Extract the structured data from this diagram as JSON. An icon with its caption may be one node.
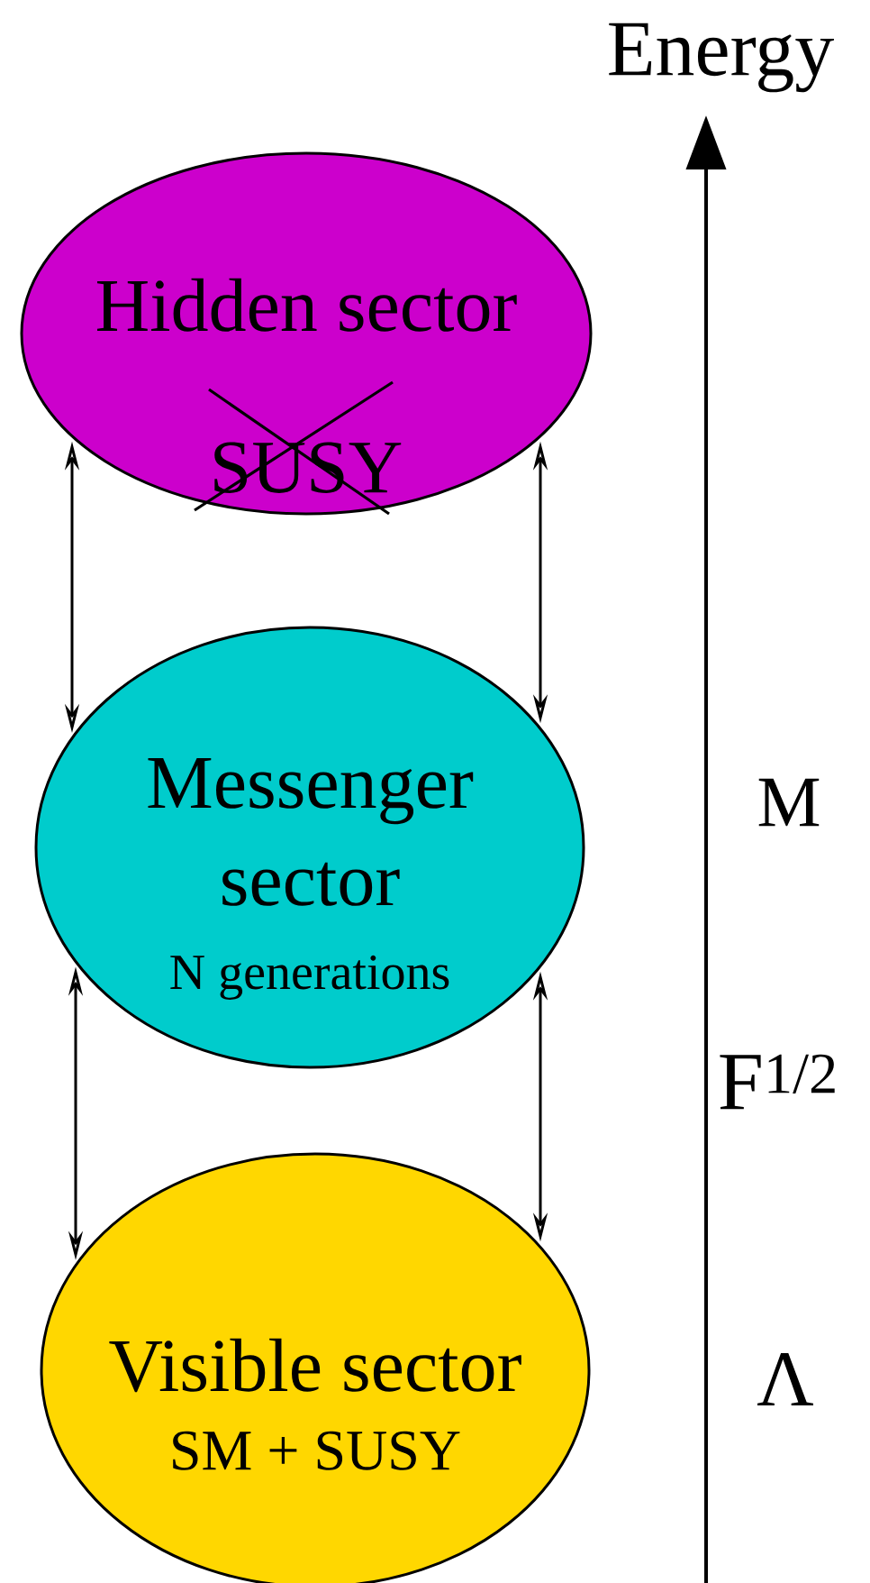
{
  "diagram": {
    "nodes": [
      {
        "text": [
          "Hidden sector",
          "SUSY"
        ]
      },
      {
        "text": [
          "Messenger sector",
          "N generations"
        ]
      },
      {
        "text": [
          "Visible sector",
          "SM + SUSY"
        ]
      }
    ],
    "edges": [
      {
        "from": 0,
        "to": 1,
        "arrow": "both"
      },
      {
        "from": 0,
        "to": 1,
        "arrow": "both"
      },
      {
        "from": 1,
        "to": 2,
        "arrow": "both"
      },
      {
        "from": 1,
        "to": 2,
        "arrow": "both"
      }
    ],
    "labels": [
      "Energy",
      "M",
      "F$^{1/2}$",
      "Λ"
    ]
  }
}
